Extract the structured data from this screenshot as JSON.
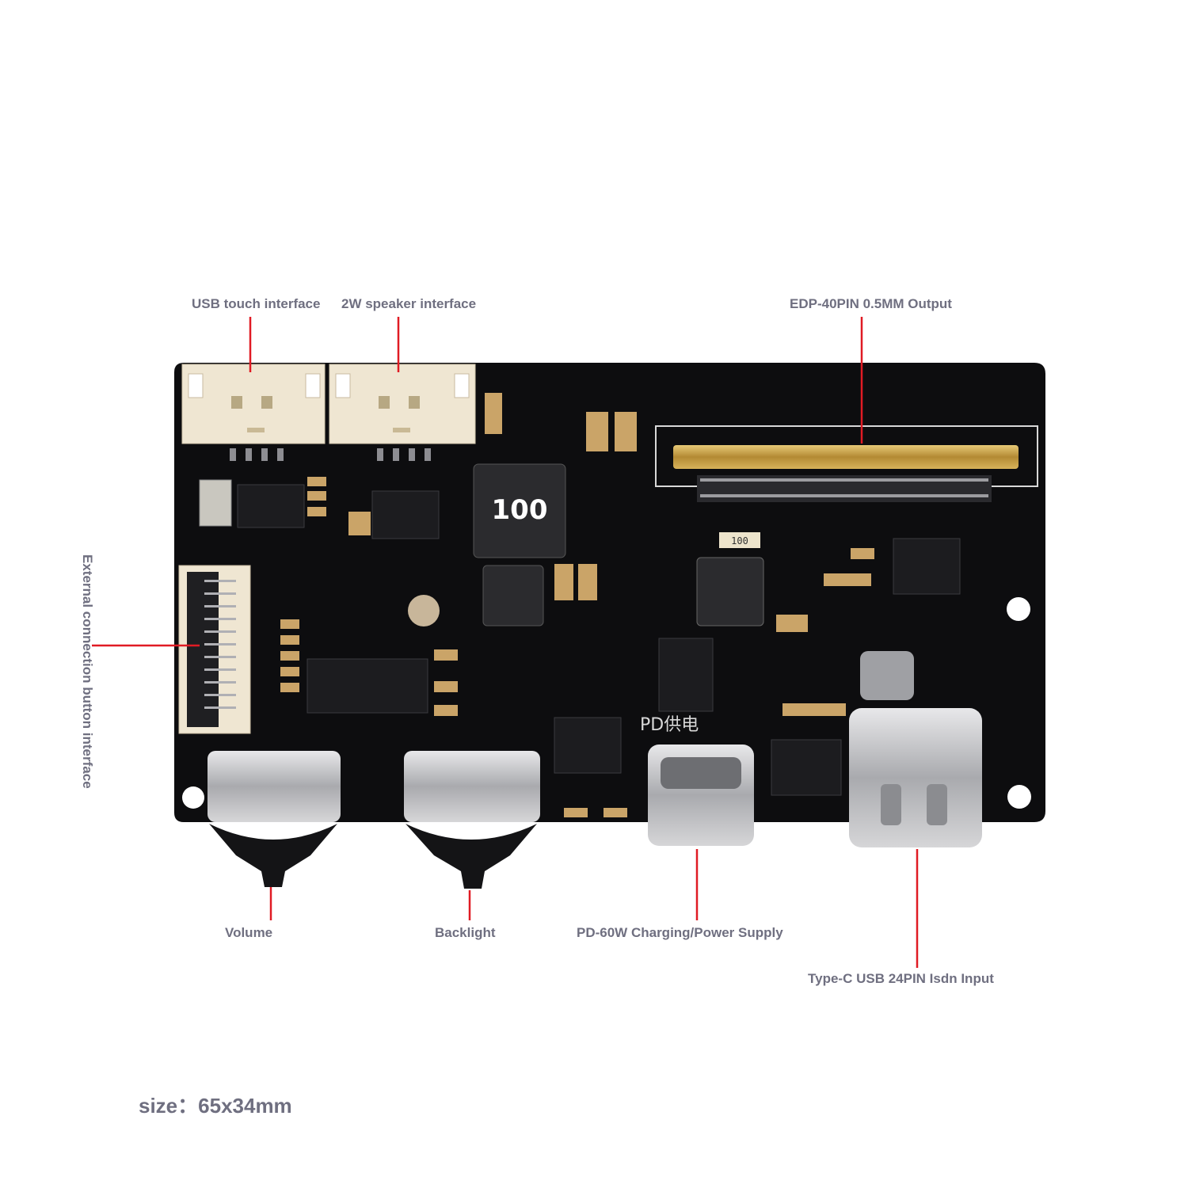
{
  "callouts": {
    "usb_touch": "USB touch interface",
    "speaker": "2W speaker interface",
    "edp": "EDP-40PIN 0.5MM Output",
    "external_button": "External connection button interface",
    "volume": "Volume",
    "backlight": "Backlight",
    "pd_charging": "PD-60W Charging/Power Supply",
    "type_c_input": "Type-C USB 24PIN Isdn Input"
  },
  "size_note": "size：65x34mm",
  "board_markings": {
    "inductor_large": "100",
    "resistor": "100",
    "pd_silk": "PD供电"
  },
  "colors": {
    "pcb": "#0d0d0f",
    "label": "#6f6f80",
    "leader_line": "#e01b24",
    "connector_ivory": "#efe6d2",
    "gold": "#c9a24a"
  }
}
